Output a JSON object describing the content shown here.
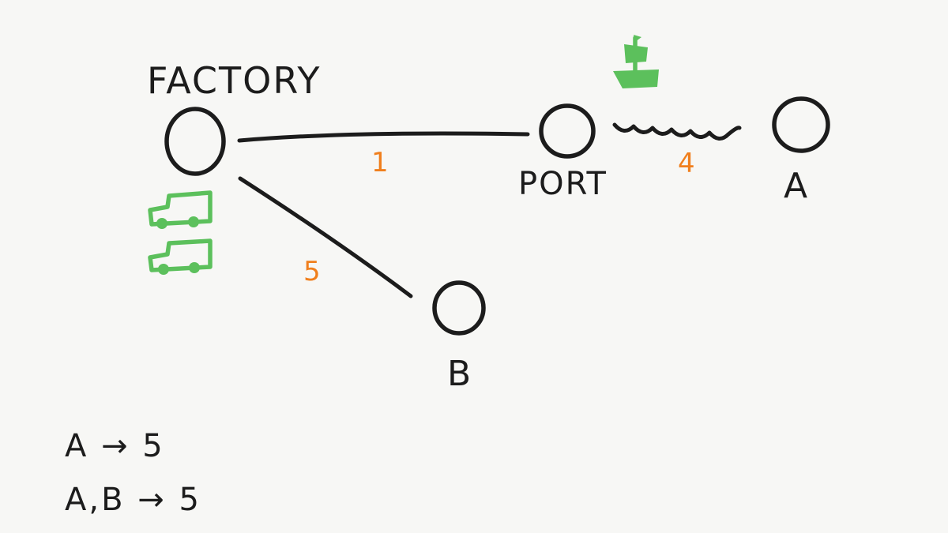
{
  "nodes": {
    "factory": {
      "label": "FACTORY"
    },
    "port": {
      "label": "PORT"
    },
    "a": {
      "label": "A"
    },
    "b": {
      "label": "B"
    }
  },
  "edges": {
    "factory_port": {
      "weight": "1",
      "style": "straight"
    },
    "port_a": {
      "weight": "4",
      "style": "wavy",
      "mode": "ship"
    },
    "factory_b": {
      "weight": "5",
      "style": "straight"
    }
  },
  "vehicles": {
    "factory": [
      "truck-icon",
      "truck-icon"
    ],
    "port": [
      "ship-icon"
    ]
  },
  "legend": [
    {
      "text": "A → 5"
    },
    {
      "text": "A,B → 5"
    }
  ],
  "colors": {
    "ink": "#1c1c1c",
    "weight": "#f07f1d",
    "vehicle": "#5cc05c",
    "background": "#f7f7f5"
  }
}
